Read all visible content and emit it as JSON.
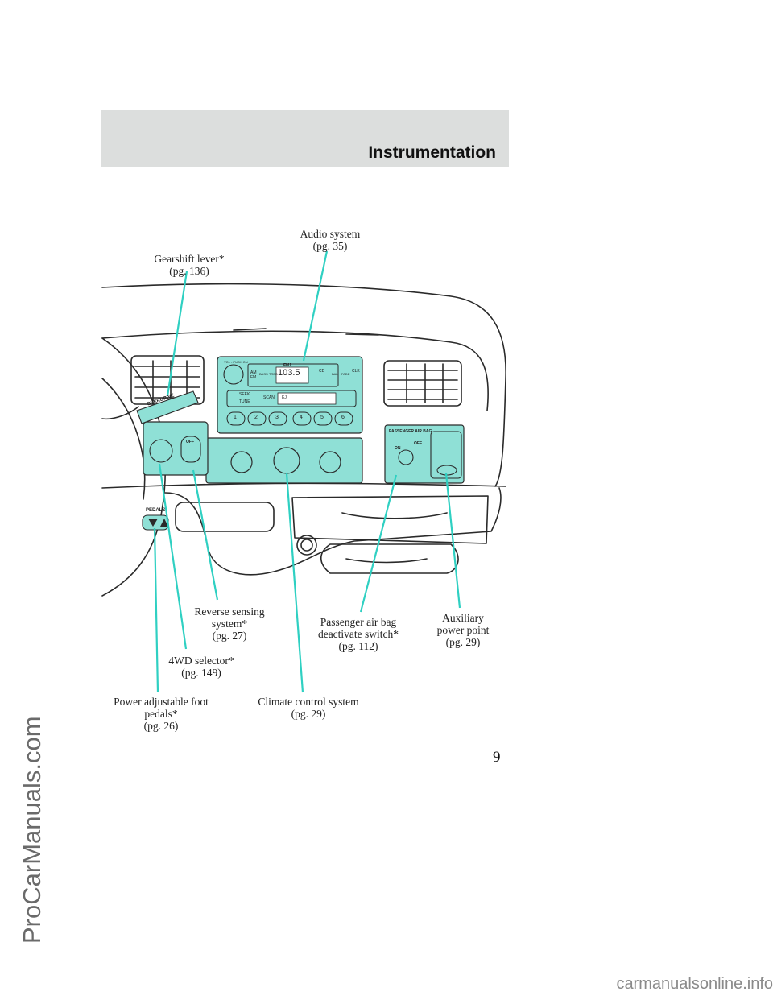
{
  "header": {
    "section_title": "Instrumentation"
  },
  "callouts": {
    "gearshift": {
      "line1": "Gearshift lever*",
      "line2": "(pg. 136)"
    },
    "audio": {
      "line1": "Audio system",
      "line2": "(pg. 35)"
    },
    "reverse_sensing": {
      "line1": "Reverse sensing",
      "line2": "system*",
      "line3": "(pg. 27)"
    },
    "fourwd": {
      "line1": "4WD selector*",
      "line2": "(pg. 149)"
    },
    "pedals": {
      "line1": "Power adjustable foot",
      "line2": "pedals*",
      "line3": "(pg. 26)"
    },
    "climate": {
      "line1": "Climate control system",
      "line2": "(pg. 29)"
    },
    "airbag_switch": {
      "line1": "Passenger air bag",
      "line2": "deactivate switch*",
      "line3": "(pg. 112)"
    },
    "aux_power": {
      "line1": "Auxiliary",
      "line2": "power point",
      "line3": "(pg. 29)"
    }
  },
  "illustration": {
    "radio": {
      "vol_label": "VOL - PUSH ON",
      "band": "FM1",
      "frequency": "103.5",
      "cd": "CD",
      "am_fm": "AM FM",
      "bass": "BASS",
      "treb": "TREB",
      "bal": "BAL",
      "fade": "FADE",
      "clk": "CLK",
      "seek": "SEEK",
      "tune": "TUNE",
      "scan": "SCAN",
      "eject": "EJ",
      "preset_buttons": [
        "1",
        "2",
        "3",
        "4",
        "5",
        "6"
      ]
    },
    "overdrive_label": "OVERDRIVE",
    "off_button": "OFF",
    "pedals_label": "PEDALS",
    "airbag_panel": {
      "title": "PASSENGER AIR BAG",
      "on": "ON",
      "off": "OFF"
    }
  },
  "page_number": "9",
  "watermarks": {
    "side": "ProCarManuals.com",
    "bottom": "carmanualsonline.info"
  },
  "colors": {
    "highlight": "#8fe0d6",
    "leader": "#2fd0c2",
    "header_band": "#dcdedd"
  }
}
